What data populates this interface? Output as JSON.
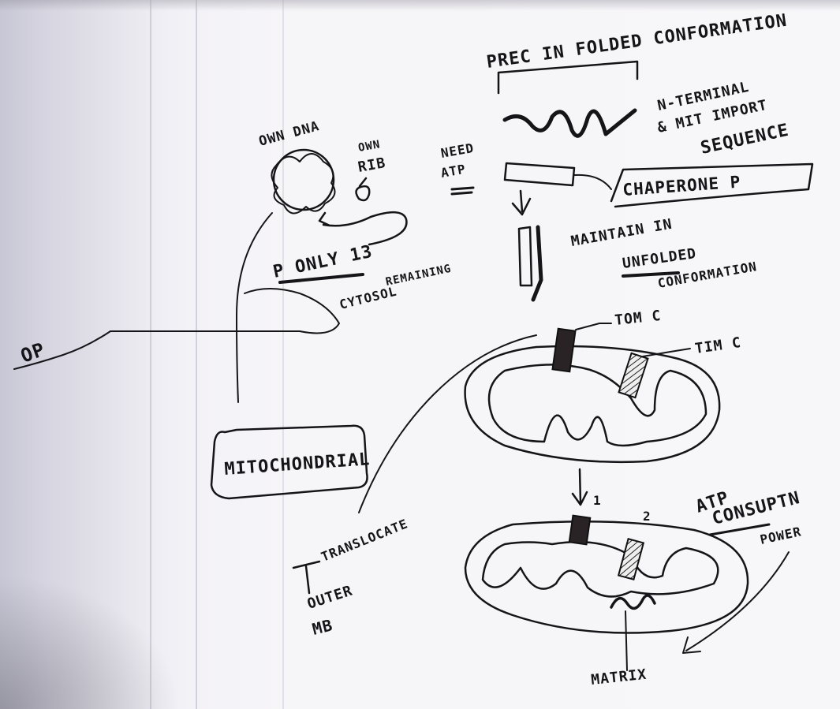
{
  "notes": {
    "heading": "PREC IN FOLDED CONFORMATION",
    "n_terminal_1": "N-TERMINAL",
    "n_terminal_2": "& MIT IMPORT",
    "n_terminal_3": "SEQUENCE",
    "need_atp_1": "NEED",
    "need_atp_2": "ATP",
    "chaperone": "CHAPERONE P",
    "maintain_1": "MAINTAIN IN",
    "maintain_2": "UNFOLDED",
    "maintain_3": "CONFORMATION",
    "tom": "TOM C",
    "tim": "TIM C",
    "own_dna": "OWN DNA",
    "own_rib_1": "OWN",
    "own_rib_2": "RIB",
    "p_only": "P ONLY 13",
    "remaining_1": "REMAINING",
    "remaining_2": "CYTOSOL",
    "op": "OP",
    "mitochondrial": "MITOCHONDRIAL",
    "translocate_1": "TRANSLOCATE",
    "translocate_2": "OUTER",
    "translocate_3": "MB",
    "num_1": "1",
    "num_2": "2",
    "atp_1": "ATP",
    "atp_2": "CONSUPTN",
    "atp_3": "POWER",
    "matrix": "MATRIX"
  }
}
